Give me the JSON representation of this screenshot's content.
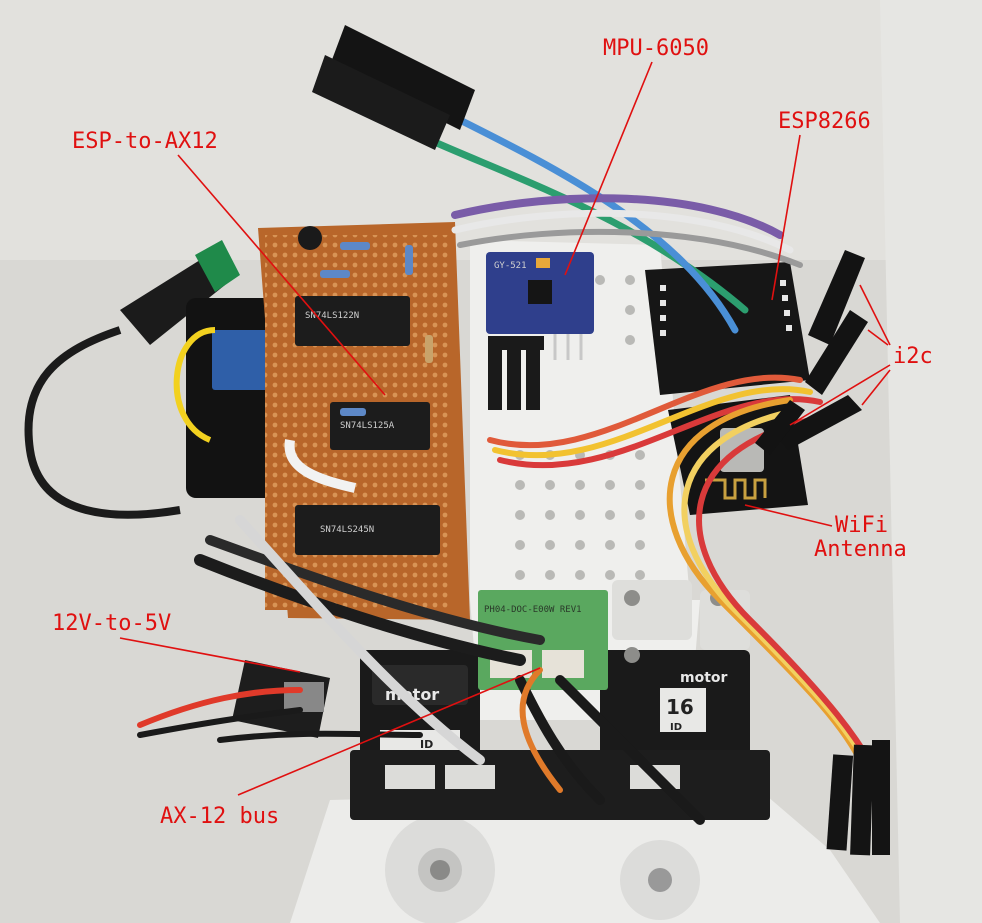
{
  "annotations": {
    "mpu": "MPU-6050",
    "esp8266": "ESP8266",
    "esp_to_ax12": "ESP-to-AX12",
    "i2c": "i2c",
    "wifi_line1": "WiFi",
    "wifi_line2": "Antenna",
    "reg": "12V-to-5V",
    "bus": "AX-12 bus"
  },
  "chip_marks": {
    "ic1": "SN74LS122N",
    "ic2": "SN74LS125A",
    "ic3": "SN74LS245N",
    "module": "GY-521"
  },
  "motor_labels": {
    "word": "motor",
    "id_prefix": "ID",
    "id_number": "16"
  },
  "pcb_mark": "PH04-DOC-E00W REV1",
  "colors": {
    "label": "#e01010",
    "protoboard": "#b8662a",
    "module_blue": "#2f3f8c",
    "plate": "#eeeeec",
    "servo": "#1a1a1a",
    "background": "#d9d8d4"
  }
}
